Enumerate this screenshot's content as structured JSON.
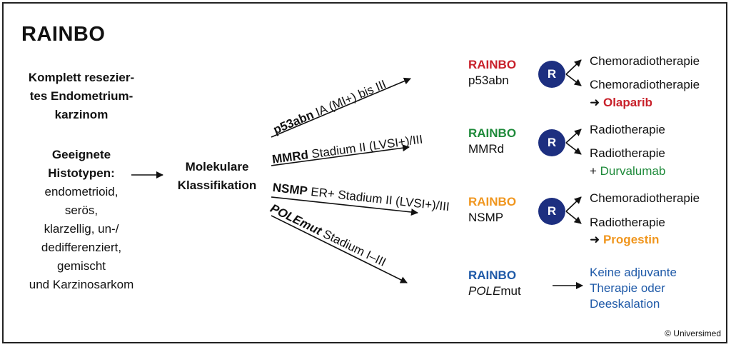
{
  "title": "RAINBO",
  "left": {
    "block1": [
      "Komplett resezier-",
      "tes Endometrium-",
      "karzinom"
    ],
    "block2_bold": [
      "Geeignete",
      "Histotypen:"
    ],
    "block2_lines": [
      "endometrioid,",
      "serös,",
      "klarzellig, un-/",
      "dedifferenziert,",
      "gemischt",
      "und Karzinosarkom"
    ]
  },
  "center": {
    "lines": [
      "Molekulare",
      "Klassifikation"
    ]
  },
  "branches": [
    {
      "bold": "p53abn",
      "rest": " IA (MI+) bis III"
    },
    {
      "bold": "MMRd",
      "rest": " Stadium II (LVSI+)/III"
    },
    {
      "bold": "NSMP",
      "rest": " ER+ Stadium II (LVSI+)/III"
    },
    {
      "bold": "POLEmut",
      "rest": " Stadium I–III"
    }
  ],
  "arms": [
    {
      "title": "RAINBO",
      "sub": "p53abn",
      "color": "#c8202a",
      "r_label": "R",
      "opt1": "Chemoradiotherapie",
      "opt2": "Chemoradiotherapie",
      "extra_prefix": "➜ ",
      "extra": "Olaparib",
      "extra_color": "#c8202a"
    },
    {
      "title": "RAINBO",
      "sub": "MMRd",
      "color": "#1e8a3a",
      "r_label": "R",
      "opt1": "Radiotherapie",
      "opt2": "Radiotherapie",
      "extra_prefix": "+ ",
      "extra": "Durvalumab",
      "extra_color": "#1e8a3a"
    },
    {
      "title": "RAINBO",
      "sub": "NSMP",
      "color": "#f0961e",
      "r_label": "R",
      "opt1": "Chemoradiotherapie",
      "opt2": "Radiotherapie",
      "extra_prefix": "➜ ",
      "extra": "Progestin",
      "extra_color": "#f0961e"
    }
  ],
  "pole": {
    "title": "RAINBO",
    "sub_italic": "POLE",
    "sub_rest": "mut",
    "color": "#1f5aa8",
    "result": [
      "Keine adjuvante",
      "Therapie oder",
      "Deeskalation"
    ]
  },
  "copyright": "© Universimed",
  "colors": {
    "circle": "#1d2f80",
    "text": "#111111"
  }
}
